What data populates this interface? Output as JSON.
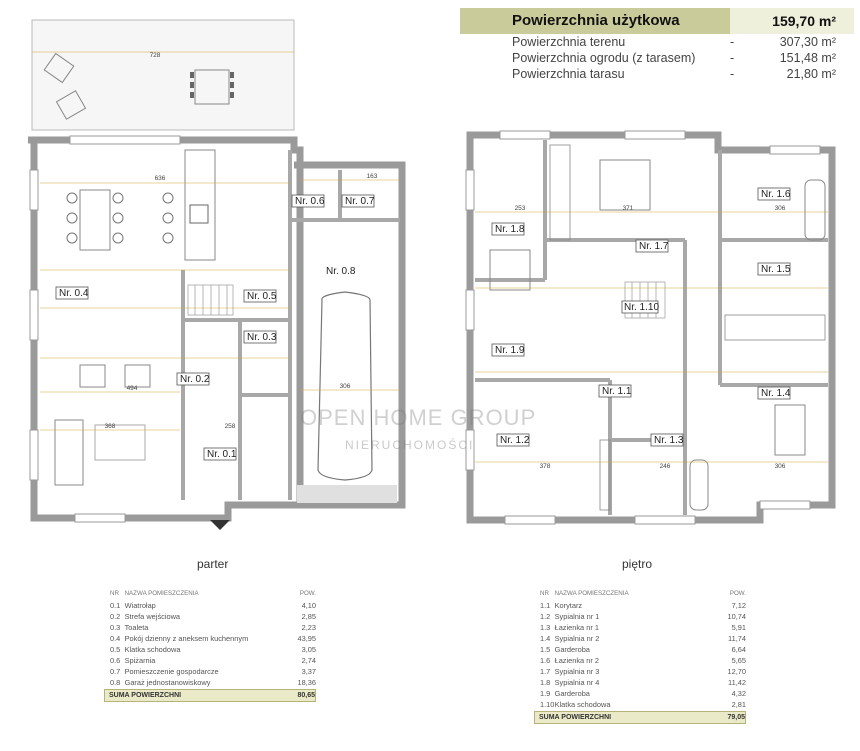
{
  "summary": {
    "title": "Powierzchnia użytkowa",
    "total": "159,70 m²",
    "rows": [
      {
        "name": "Powierzchnia terenu",
        "dash": "-",
        "value": "307,30 m²"
      },
      {
        "name": "Powierzchnia ogrodu (z tarasem)",
        "dash": "-",
        "value": "151,48 m²"
      },
      {
        "name": "Powierzchnia tarasu",
        "dash": "-",
        "value": "21,80 m²"
      }
    ]
  },
  "ground": {
    "title": "parter",
    "room_labels": [
      "Nr. 0.1",
      "Nr. 0.2",
      "Nr. 0.3",
      "Nr. 0.4",
      "Nr. 0.5",
      "Nr. 0.6",
      "Nr. 0.7",
      "Nr. 0.8"
    ],
    "dims": [
      "728",
      "636",
      "494",
      "368",
      "306",
      "163",
      "258"
    ],
    "table": {
      "h_nr": "NR",
      "h_name": "NAZWA POMIESZCZENIA",
      "h_area": "POW.",
      "rows": [
        {
          "nr": "0.1",
          "name": "Wiatrołap",
          "area": "4,10"
        },
        {
          "nr": "0.2",
          "name": "Strefa wejściowa",
          "area": "2,85"
        },
        {
          "nr": "0.3",
          "name": "Toaleta",
          "area": "2,23"
        },
        {
          "nr": "0.4",
          "name": "Pokój dzienny z aneksem kuchennym",
          "area": "43,95"
        },
        {
          "nr": "0.5",
          "name": "Klatka schodowa",
          "area": "3,05"
        },
        {
          "nr": "0.6",
          "name": "Spiżarnia",
          "area": "2,74"
        },
        {
          "nr": "0.7",
          "name": "Pomieszczenie gospodarcze",
          "area": "3,37"
        },
        {
          "nr": "0.8",
          "name": "Garaż jednostanowiskowy",
          "area": "18,36"
        }
      ],
      "sum_label": "SUMA POWIERZCHNI",
      "sum_value": "80,65"
    }
  },
  "upper": {
    "title": "piętro",
    "room_labels": [
      "Nr. 1.1",
      "Nr. 1.2",
      "Nr. 1.3",
      "Nr. 1.4",
      "Nr. 1.5",
      "Nr. 1.6",
      "Nr. 1.7",
      "Nr. 1.8",
      "Nr. 1.9",
      "Nr. 1.10"
    ],
    "dims": [
      "253",
      "371",
      "306",
      "378",
      "246",
      "306"
    ],
    "table": {
      "h_nr": "NR",
      "h_name": "NAZWA POMIESZCZENIA",
      "h_area": "POW.",
      "rows": [
        {
          "nr": "1.1",
          "name": "Korytarz",
          "area": "7,12"
        },
        {
          "nr": "1.2",
          "name": "Sypialnia nr 1",
          "area": "10,74"
        },
        {
          "nr": "1.3",
          "name": "Łazienka nr 1",
          "area": "5,91"
        },
        {
          "nr": "1.4",
          "name": "Sypialnia nr 2",
          "area": "11,74"
        },
        {
          "nr": "1.5",
          "name": "Garderoba",
          "area": "6,64"
        },
        {
          "nr": "1.6",
          "name": "Łazienka nr 2",
          "area": "5,65"
        },
        {
          "nr": "1.7",
          "name": "Sypialnia nr 3",
          "area": "12,70"
        },
        {
          "nr": "1.8",
          "name": "Sypialnia nr 4",
          "area": "11,42"
        },
        {
          "nr": "1.9",
          "name": "Garderoba",
          "area": "4,32"
        },
        {
          "nr": "1.10",
          "name": "Klatka schodowa",
          "area": "2,81"
        }
      ],
      "sum_label": "SUMA POWIERZCHNI",
      "sum_value": "79,05"
    }
  },
  "watermark": {
    "line1": "OPEN HOME GROUP",
    "line2": "NIERUCHOMOŚCI"
  },
  "colors": {
    "wall": "#c8c8c8",
    "wall_stroke": "#8a8a8a",
    "dim_line": "#c9a73a",
    "header_bg": "#c9cc9a"
  }
}
